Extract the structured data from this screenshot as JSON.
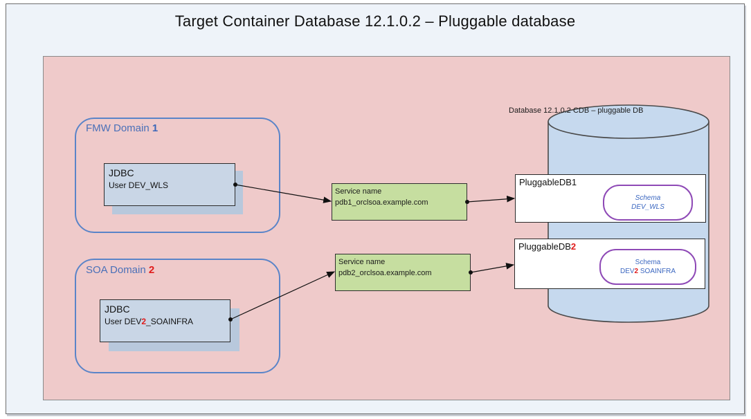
{
  "title": "Target Container Database 12.1.0.2 – Pluggable database",
  "database": {
    "label": "Database 12.1.0.2 CDB – pluggable DB"
  },
  "domains": [
    {
      "label": "FMW Domain ",
      "number": "1",
      "jdbc_title": "JDBC",
      "jdbc_user_prefix": "User DEV",
      "jdbc_user_num": "",
      "jdbc_user_suffix": "_WLS"
    },
    {
      "label": "SOA Domain ",
      "number": "2",
      "jdbc_title": "JDBC",
      "jdbc_user_prefix": "User DEV",
      "jdbc_user_num": "2",
      "jdbc_user_suffix": "_SOAINFRA"
    }
  ],
  "services": [
    {
      "title": "Service name",
      "name": "pdb1_orclsoa.example.com"
    },
    {
      "title": "Service name",
      "name": "pdb2_orclsoa.example.com"
    }
  ],
  "pdbs": [
    {
      "title_prefix": "PluggableDB",
      "title_num": "1",
      "schema_title": "Schema",
      "schema_prefix": "DEV",
      "schema_num": "",
      "schema_suffix": "_WLS"
    },
    {
      "title_prefix": "PluggableDB",
      "title_num": "2",
      "schema_title": "Schema",
      "schema_prefix": "DEV",
      "schema_num": "2",
      "schema_suffix": " SOAINFRA"
    }
  ],
  "colors": {
    "container_fill": "#efcaca",
    "domain_border": "#5a84c8",
    "jdbc_fill": "#c9d6e6",
    "service_fill": "#c6dea0",
    "cylinder_fill": "#c6d9ee",
    "schema_border": "#8e49b6",
    "highlight_red": "#e01b1b"
  }
}
